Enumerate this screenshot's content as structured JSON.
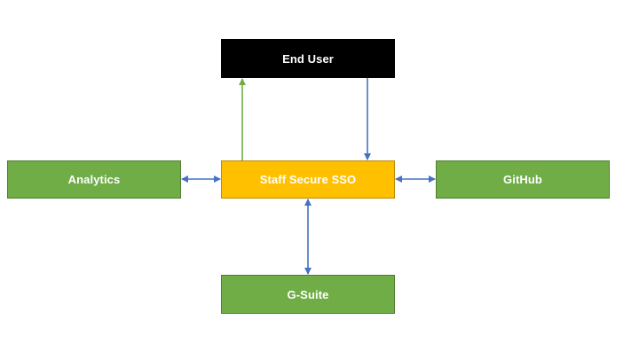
{
  "nodes": {
    "end_user": {
      "label": "End User"
    },
    "sso": {
      "label": "Staff Secure SSO"
    },
    "analytics": {
      "label": "Analytics"
    },
    "github": {
      "label": "GitHub"
    },
    "gsuite": {
      "label": "G-Suite"
    }
  },
  "colors": {
    "green_fill": "#70ad47",
    "orange_fill": "#ffc000",
    "black_fill": "#000000",
    "connector_blue": "#4472c4",
    "connector_green": "#70ad47"
  },
  "connections": [
    {
      "from": "sso",
      "to": "end_user",
      "direction": "one-way",
      "color": "green"
    },
    {
      "from": "end_user",
      "to": "sso",
      "direction": "one-way",
      "color": "blue"
    },
    {
      "from": "analytics",
      "to": "sso",
      "direction": "two-way",
      "color": "blue"
    },
    {
      "from": "sso",
      "to": "github",
      "direction": "two-way",
      "color": "blue"
    },
    {
      "from": "sso",
      "to": "gsuite",
      "direction": "two-way",
      "color": "blue"
    }
  ]
}
